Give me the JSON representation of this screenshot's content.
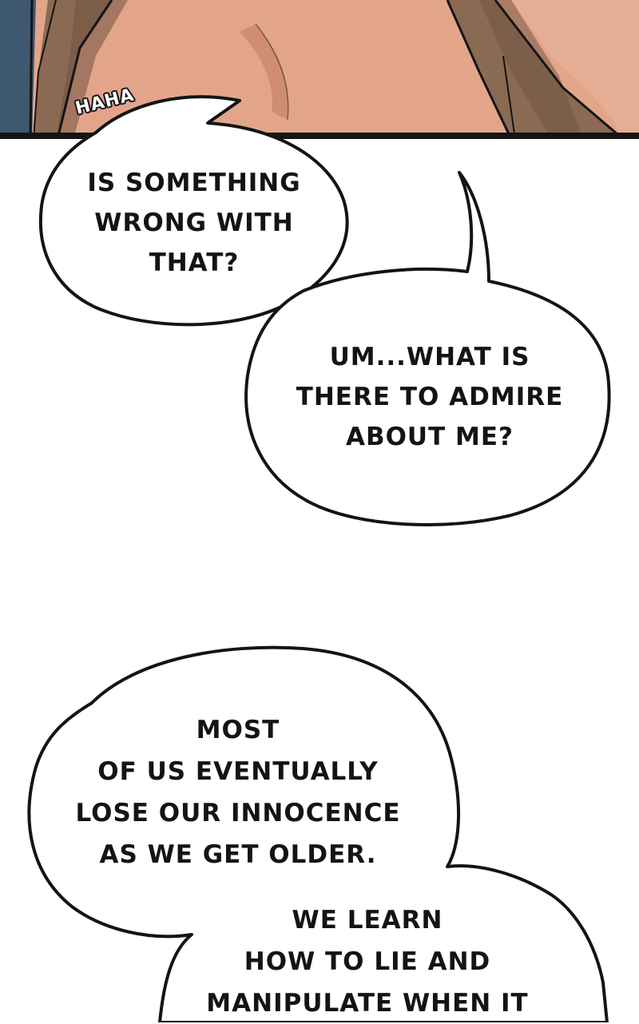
{
  "panel_top": {
    "sfx": "HAHA"
  },
  "bubbles": [
    {
      "lines": [
        "IS SOMETHING",
        "WRONG WITH",
        "THAT?"
      ]
    },
    {
      "lines": [
        "UM...WHAT IS",
        "THERE TO ADMIRE",
        "ABOUT ME?"
      ]
    },
    {
      "lines": [
        "MOST",
        "OF US EVENTUALLY",
        "LOSE OUR INNOCENCE",
        "AS WE GET OLDER."
      ]
    },
    {
      "lines": [
        "WE LEARN",
        "HOW TO LIE AND",
        "MANIPULATE WHEN IT"
      ]
    }
  ],
  "colors": {
    "skin": "#E3A58A",
    "skin_shadow": "#C9876D",
    "hair_brown": "#8A6A52",
    "jacket_blue": "#3E5870",
    "ink": "#141414",
    "background": "#FFFFFF"
  }
}
